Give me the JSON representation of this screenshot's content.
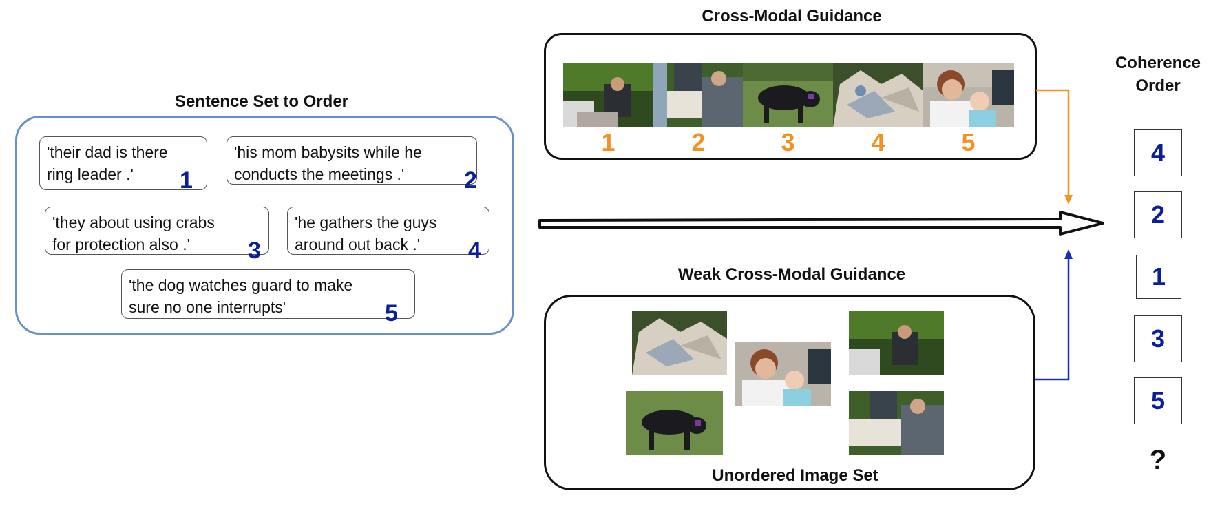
{
  "sentence_panel": {
    "title": "Sentence Set to Order",
    "sentences": [
      {
        "text": "'their dad is there\nring leader .'",
        "number": "1"
      },
      {
        "text": "'his mom babysits while he\nconducts the meetings .'",
        "number": "2"
      },
      {
        "text": "'they about using crabs\nfor protection also .'",
        "number": "3"
      },
      {
        "text": "'he gathers the guys\naround out back .'",
        "number": "4"
      },
      {
        "text": "'the dog watches guard to make\nsure no one interrupts'",
        "number": "5"
      }
    ]
  },
  "cross_modal": {
    "title": "Cross-Modal Guidance",
    "image_numbers": [
      "1",
      "2",
      "3",
      "4",
      "5"
    ],
    "images": [
      "men-at-table-photo",
      "men-at-table-closeup-photo",
      "black-dog-photo",
      "crab-pile-photo",
      "grandmother-and-baby-photo"
    ]
  },
  "weak_cross_modal": {
    "title": "Weak Cross-Modal Guidance",
    "subtitle": "Unordered Image Set"
  },
  "coherence": {
    "title_line1": "Coherence",
    "title_line2": "Order",
    "order": [
      "4",
      "2",
      "1",
      "3",
      "5"
    ],
    "unknown": "?"
  },
  "colors": {
    "orange": "#f39224",
    "blue": "#0b1f9a",
    "panel_border": "#6b8fc9",
    "arrow_blue": "#1a2fb0"
  }
}
